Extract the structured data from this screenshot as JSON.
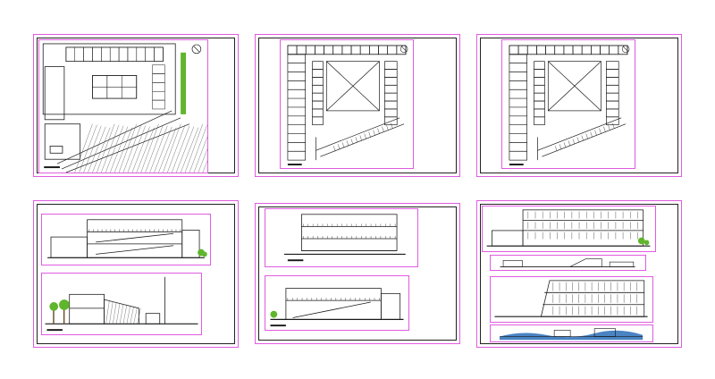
{
  "colors": {
    "frame": "#e05ce0",
    "border": "#222222",
    "line": "#1a1a1a",
    "hatch": "#555555",
    "tree": "#5fb52c",
    "trunk": "#6b4f2a",
    "water": "#2a6fb8",
    "ground": "#8a8a8a",
    "band": "#c0c0c0"
  },
  "sheets": [
    {
      "id": "sheet-1",
      "kind": "site-plan"
    },
    {
      "id": "sheet-2",
      "kind": "floor-plan"
    },
    {
      "id": "sheet-3",
      "kind": "floor-plan"
    },
    {
      "id": "sheet-4",
      "kind": "sections"
    },
    {
      "id": "sheet-5",
      "kind": "sections"
    },
    {
      "id": "sheet-6",
      "kind": "elevations"
    }
  ],
  "icons": [
    "north-arrow-icon",
    "tree-icon",
    "scale-bar-icon"
  ]
}
